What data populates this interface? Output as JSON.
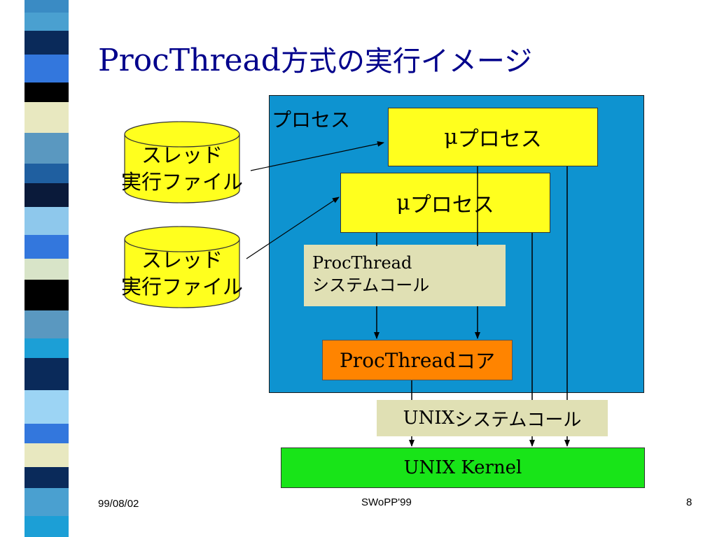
{
  "slide": {
    "title_en": "ProcThread",
    "title_jp": "方式の実行イメージ",
    "process_label": "プロセス",
    "mu_symbol": "μ",
    "mu_process_label": "プロセス",
    "syscall_line1": "ProcThread",
    "syscall_line2": "システムコール",
    "core_en": "ProcThread",
    "core_jp": "コア",
    "unix_call_en": "UNIX",
    "unix_call_jp": "システムコール",
    "kernel": "UNIX Kernel",
    "cylinders": [
      {
        "line1": "スレッド",
        "line2": "実行ファイル"
      },
      {
        "line1": "スレッド",
        "line2": "実行ファイル"
      }
    ]
  },
  "footer": {
    "date": "99/08/02",
    "conference": "SWoPP'99",
    "page": "8"
  },
  "colors": {
    "title": "#00008b",
    "process_bg": "#0e93d0",
    "mu_process_bg": "#ffff1e",
    "syscall_bg": "#e0e0b4",
    "core_bg": "#ff8400",
    "kernel_bg": "#18e418",
    "cylinder": "#ffff1e"
  }
}
